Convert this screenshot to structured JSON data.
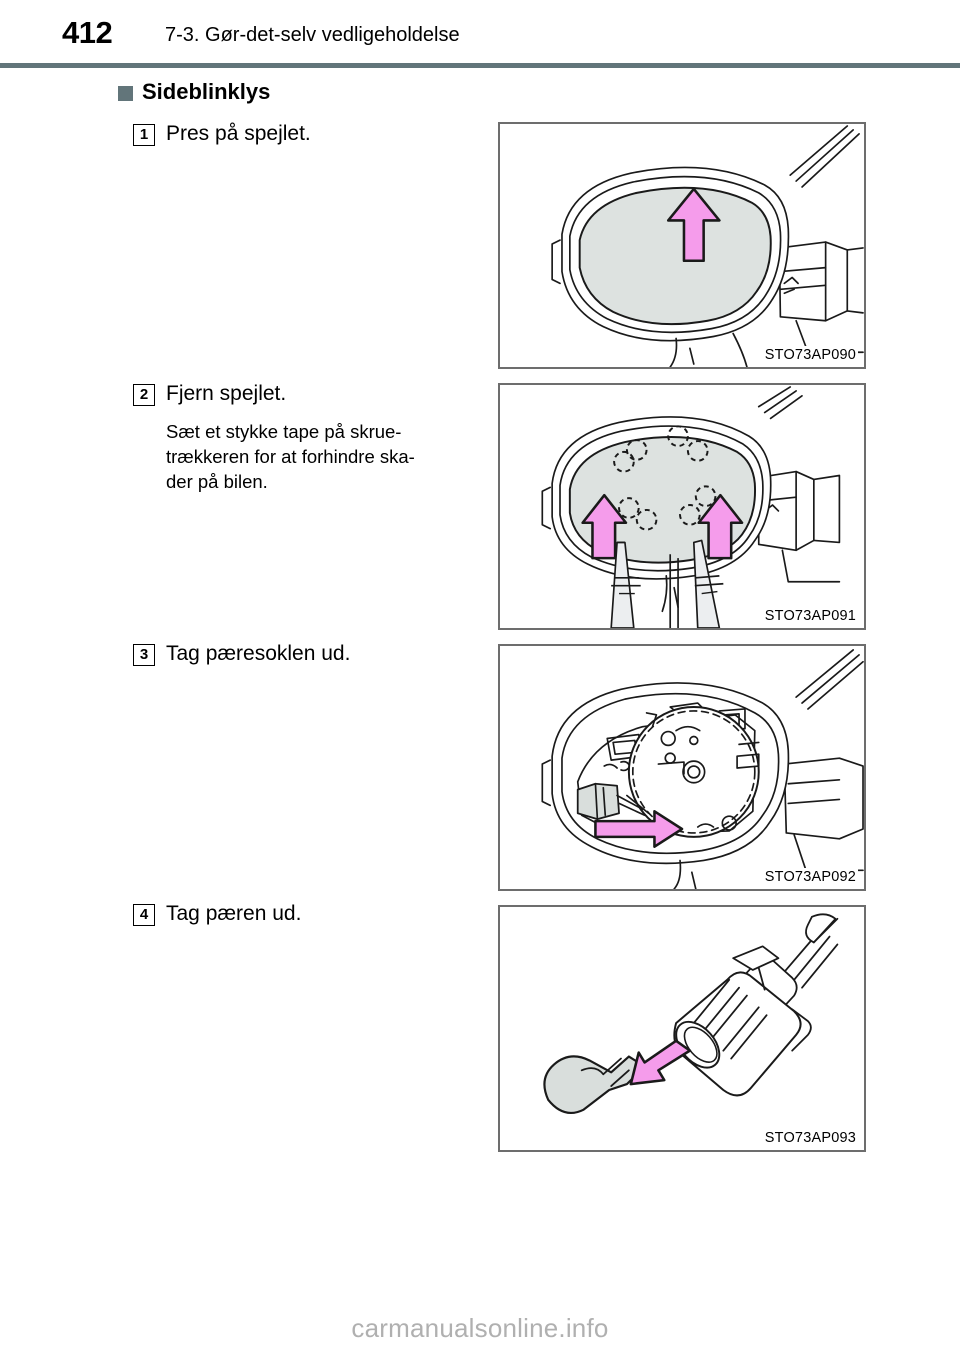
{
  "header": {
    "page_number": "412",
    "title": "7-3. Gør-det-selv vedligeholdelse",
    "rule_color": "#62757a"
  },
  "section": {
    "bullet_icon": "square-bullet-icon",
    "title": "Sideblinklys"
  },
  "steps": [
    {
      "number": "1",
      "text": "Pres på spejlet.",
      "note": []
    },
    {
      "number": "2",
      "text": "Fjern spejlet.",
      "note": [
        "Sæt et stykke tape på skrue-",
        "trækkeren for at forhindre ska-",
        "der på bilen."
      ]
    },
    {
      "number": "3",
      "text": "Tag pæresoklen ud.",
      "note": []
    },
    {
      "number": "4",
      "text": "Tag pæren ud.",
      "note": []
    }
  ],
  "figures": [
    {
      "caption": "STO73AP090",
      "alt": "Hånd presser på sidespejlets glas, pil peger opad",
      "arrow_color": "#f59ceb"
    },
    {
      "caption": "STO73AP091",
      "alt": "To skruetrækkere løfter spejlglasset af klipsene",
      "arrow_color": "#f59ceb"
    },
    {
      "caption": "STO73AP092",
      "alt": "Spejlhus med motor og pæresokkel, pil peger mod højre",
      "arrow_color": "#f59ceb"
    },
    {
      "caption": "STO73AP093",
      "alt": "Pære trækkes ud af sokkel",
      "arrow_color": "#f59ceb"
    }
  ],
  "footer": {
    "watermark": "carmanualsonline.info"
  },
  "colors": {
    "accent": "#62757a",
    "arrow_pink": "#f59ceb",
    "glass_gray": "#dde2e0",
    "line_black": "#1a1a1a",
    "frame_gray": "#6d6d6d",
    "watermark_gray": "#b0b0b0"
  }
}
